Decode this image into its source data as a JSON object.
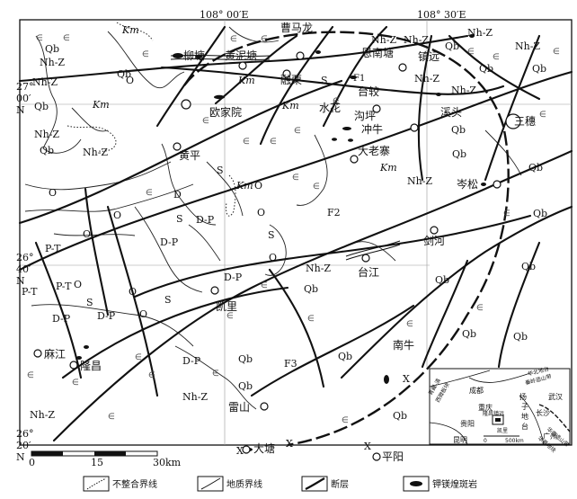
{
  "coords": {
    "top": [
      "108° 00′E",
      "108° 30′E"
    ],
    "left": [
      {
        "deg": "27°",
        "min": "00′",
        "hemi": "N"
      },
      {
        "deg": "26°",
        "min": "40′",
        "hemi": "N"
      },
      {
        "deg": "26°",
        "min": "20′",
        "hemi": "N"
      }
    ]
  },
  "places": {
    "caomalong": "曹马龙",
    "liutang": "柳塘",
    "huangnitang": "黄泥塘",
    "enantang": "恩南塘",
    "zhenyuan": "镇远",
    "rongshu": "融栗",
    "taizhai": "台较",
    "shuihua": "水花",
    "ouyuan": "欧家院",
    "gouping": "沟坪",
    "xitou": "溪头",
    "chongniu": "冲牛",
    "sanhui": "三穗",
    "dalaozhai": "大老寨",
    "huangping": "黄平",
    "cenzhai": "岑松",
    "jianhe": "剑河",
    "taijiang": "台江",
    "kaili": "凯里",
    "majiang": "麻江",
    "longchang": "隆昌",
    "nanniu": "南牛",
    "leishan": "雷山",
    "datang": "大塘",
    "pingyang": "平阳"
  },
  "faults": [
    "F1",
    "F2",
    "F3"
  ],
  "units": {
    "qb": "Qb",
    "nhz": "Nh-Z",
    "km": "Km",
    "o": "O",
    "s": "S",
    "d": "D",
    "dp": "D-P",
    "pt": "P-T",
    "x": "X",
    "e": "∈"
  },
  "scale": {
    "t0": "0",
    "t1": "15",
    "t2": "30km"
  },
  "inset": {
    "cities": [
      "成都",
      "重庆",
      "贵阳",
      "昆明",
      "长沙",
      "广州"
    ],
    "wuhan": "武汉",
    "regions": [
      "扬",
      "子",
      "地",
      "台"
    ],
    "plate_qz": "青藏-滇",
    "plate_qz2": "西微板块",
    "plate_hb": "华北地台",
    "plate_hb2": "秦岭造山带",
    "plate_hn": "华南造山带",
    "plate_hn2": "华夏地块",
    "study": "隆昌镇远",
    "study2": "凯里",
    "scale_left": "0",
    "scale_right": "500km"
  },
  "legend": [
    {
      "label": "不整合界线"
    },
    {
      "label": "地质界线"
    },
    {
      "label": "断层"
    },
    {
      "label": "钾镁煌斑岩"
    }
  ]
}
